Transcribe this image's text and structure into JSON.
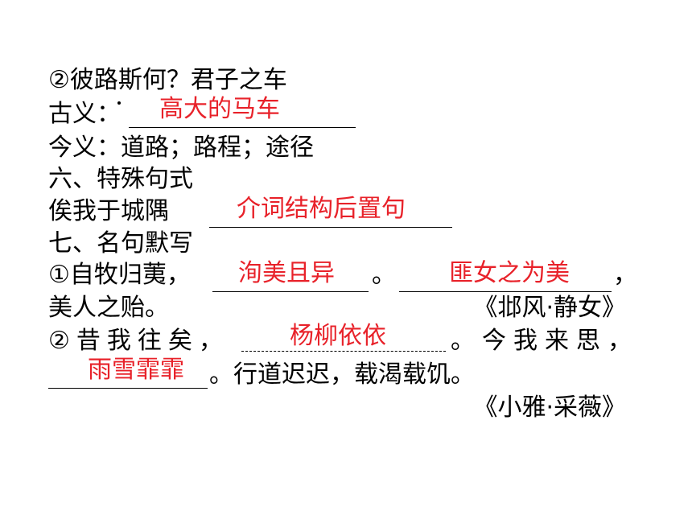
{
  "q2_title": "②彼路斯何？君子之车",
  "gu_label": "古义：",
  "gu_answer": "高大的马车",
  "jin_line": "今义：道路；路程；途径",
  "sec6_title": "六、特殊句式",
  "sec6_sentence": "俟我于城隅",
  "sec6_answer": "介词结构后置句",
  "sec7_title": "七、名句默写",
  "p1": {
    "prefix": "①自牧归荑，",
    "blank1_answer": "洵美且异",
    "sep": "。",
    "blank2_answer": "匪女之为美",
    "end": "，",
    "line2": "美人之贻。",
    "source": "《邶风·静女》"
  },
  "p2": {
    "prefix": "②昔我往矣，",
    "blank1_answer": "杨柳依依",
    "mid": "。今我来思，",
    "blank2_answer": "雨雪霏霏",
    "rest": "。行道迟迟，载渴载饥。",
    "source": "《小雅·采薇》"
  }
}
